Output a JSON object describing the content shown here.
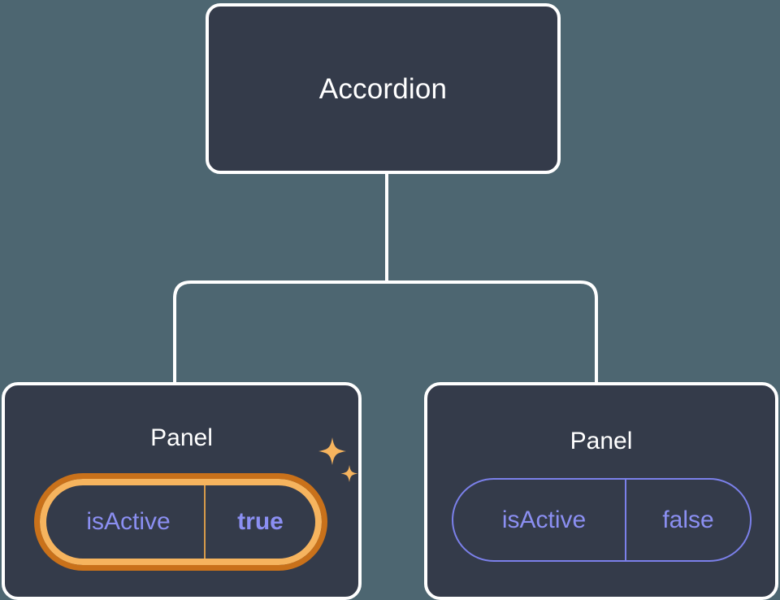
{
  "diagram": {
    "type": "component-tree",
    "background_color": "#4d6671",
    "node_fill_color": "#343b4a",
    "node_border_color": "#ffffff",
    "accent_highlight_color": "#f6b45e",
    "accent_highlight_ring_color": "#c9711a",
    "prop_text_color": "#8b8ff2",
    "prop_border_color": "#7b80ea"
  },
  "root": {
    "label": "Accordion"
  },
  "children": [
    {
      "label": "Panel",
      "highlighted": true,
      "prop": {
        "key": "isActive",
        "value": "true"
      },
      "sparkle_icons": [
        "sparkle-large-icon",
        "sparkle-small-icon"
      ]
    },
    {
      "label": "Panel",
      "highlighted": false,
      "prop": {
        "key": "isActive",
        "value": "false"
      }
    }
  ]
}
